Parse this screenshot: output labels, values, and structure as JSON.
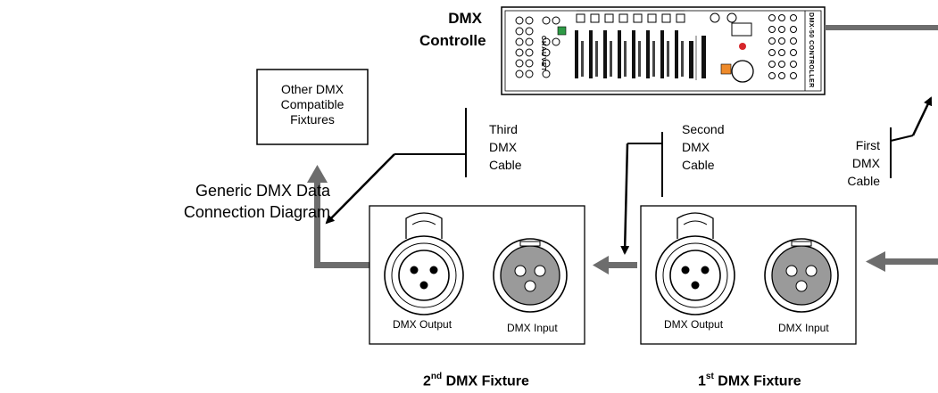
{
  "diagram_title": "Generic DMX Data\nConnection Diagram",
  "controller": {
    "label": "DMX\nControlle",
    "logo_text": "CHAUVET",
    "model_text": "DMX-50 CONTROLLER"
  },
  "other_fixtures": {
    "label": "Other DMX\nCompatible\nFixtures"
  },
  "cables": {
    "first": "First\nDMX\nCable",
    "second": "Second\nDMX\nCable",
    "third": "Third\nDMX\nCable"
  },
  "fixtures": [
    {
      "num": "1",
      "suffix": "st",
      "name": " DMX Fixture",
      "output_label": "DMX Output",
      "input_label": "DMX Input"
    },
    {
      "num": "2",
      "suffix": "nd",
      "name": " DMX Fixture",
      "output_label": "DMX Output",
      "input_label": "DMX Input"
    }
  ],
  "colors": {
    "arrow_gray": "#6d6d6d",
    "line": "#000000",
    "connector_fill": "#9a9a9a"
  }
}
